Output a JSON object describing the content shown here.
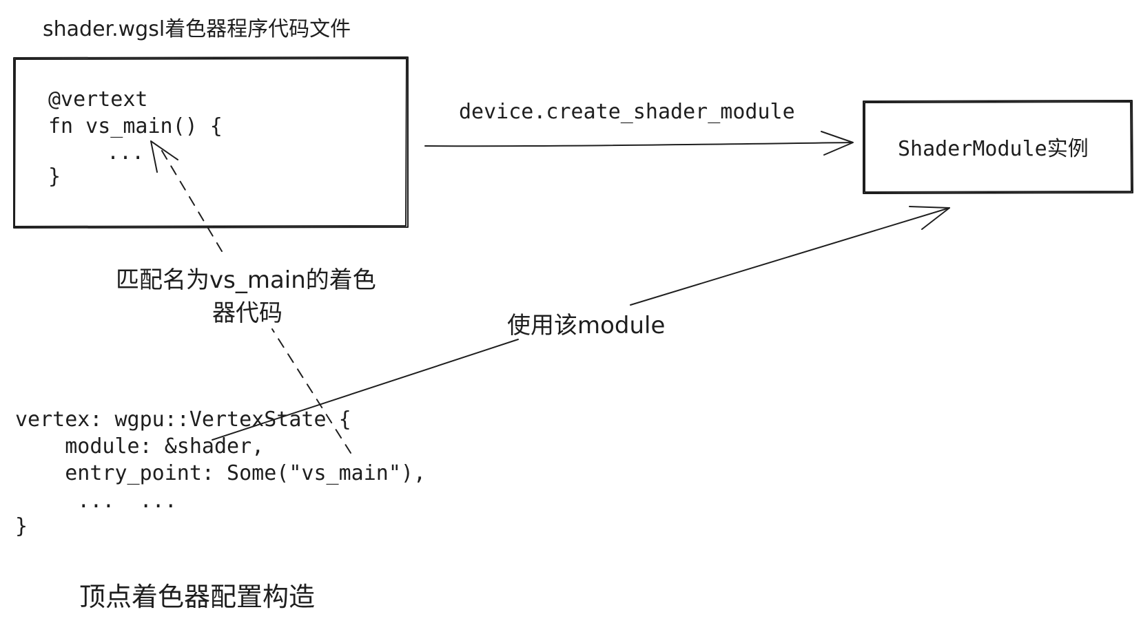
{
  "file_caption": "shader.wgsl着色器程序代码文件",
  "shader_code": {
    "line1": "@vertext",
    "line2": "fn vs_main() {",
    "line3": "...",
    "line4": "}"
  },
  "create_label": "device.create_shader_module",
  "module_box_label": "ShaderModule实例",
  "match_label": {
    "line1": "匹配名为vs_main的着色",
    "line2": "器代码"
  },
  "use_label": "使用该module",
  "vertex_code": {
    "line1": "vertex: wgpu::VertexState {",
    "line2": "    module: &shader,",
    "line3": "    entry_point: Some(\"vs_main\"),",
    "line4": "     ...  ...",
    "line5": "}"
  },
  "vertex_caption": "顶点着色器配置构造"
}
